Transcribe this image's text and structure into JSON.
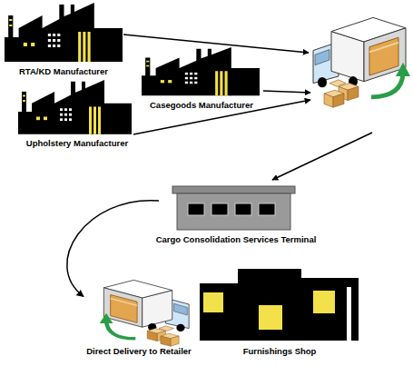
{
  "diagram": {
    "nodes": [
      {
        "text": [
          "RTA/KD Manufacturer"
        ]
      },
      {
        "text": [
          "Casegoods Manufacturer"
        ]
      },
      {
        "text": [
          "Upholstery Manufacturer"
        ]
      },
      {
        "text": [
          "Cargo Consolidation Services Terminal"
        ]
      },
      {
        "text": [
          "Direct Delivery to Retailer"
        ]
      },
      {
        "text": [
          "Furnishings Shop"
        ]
      }
    ],
    "edges": [
      {
        "from": 3,
        "to": 4,
        "arrow": "to"
      }
    ]
  }
}
